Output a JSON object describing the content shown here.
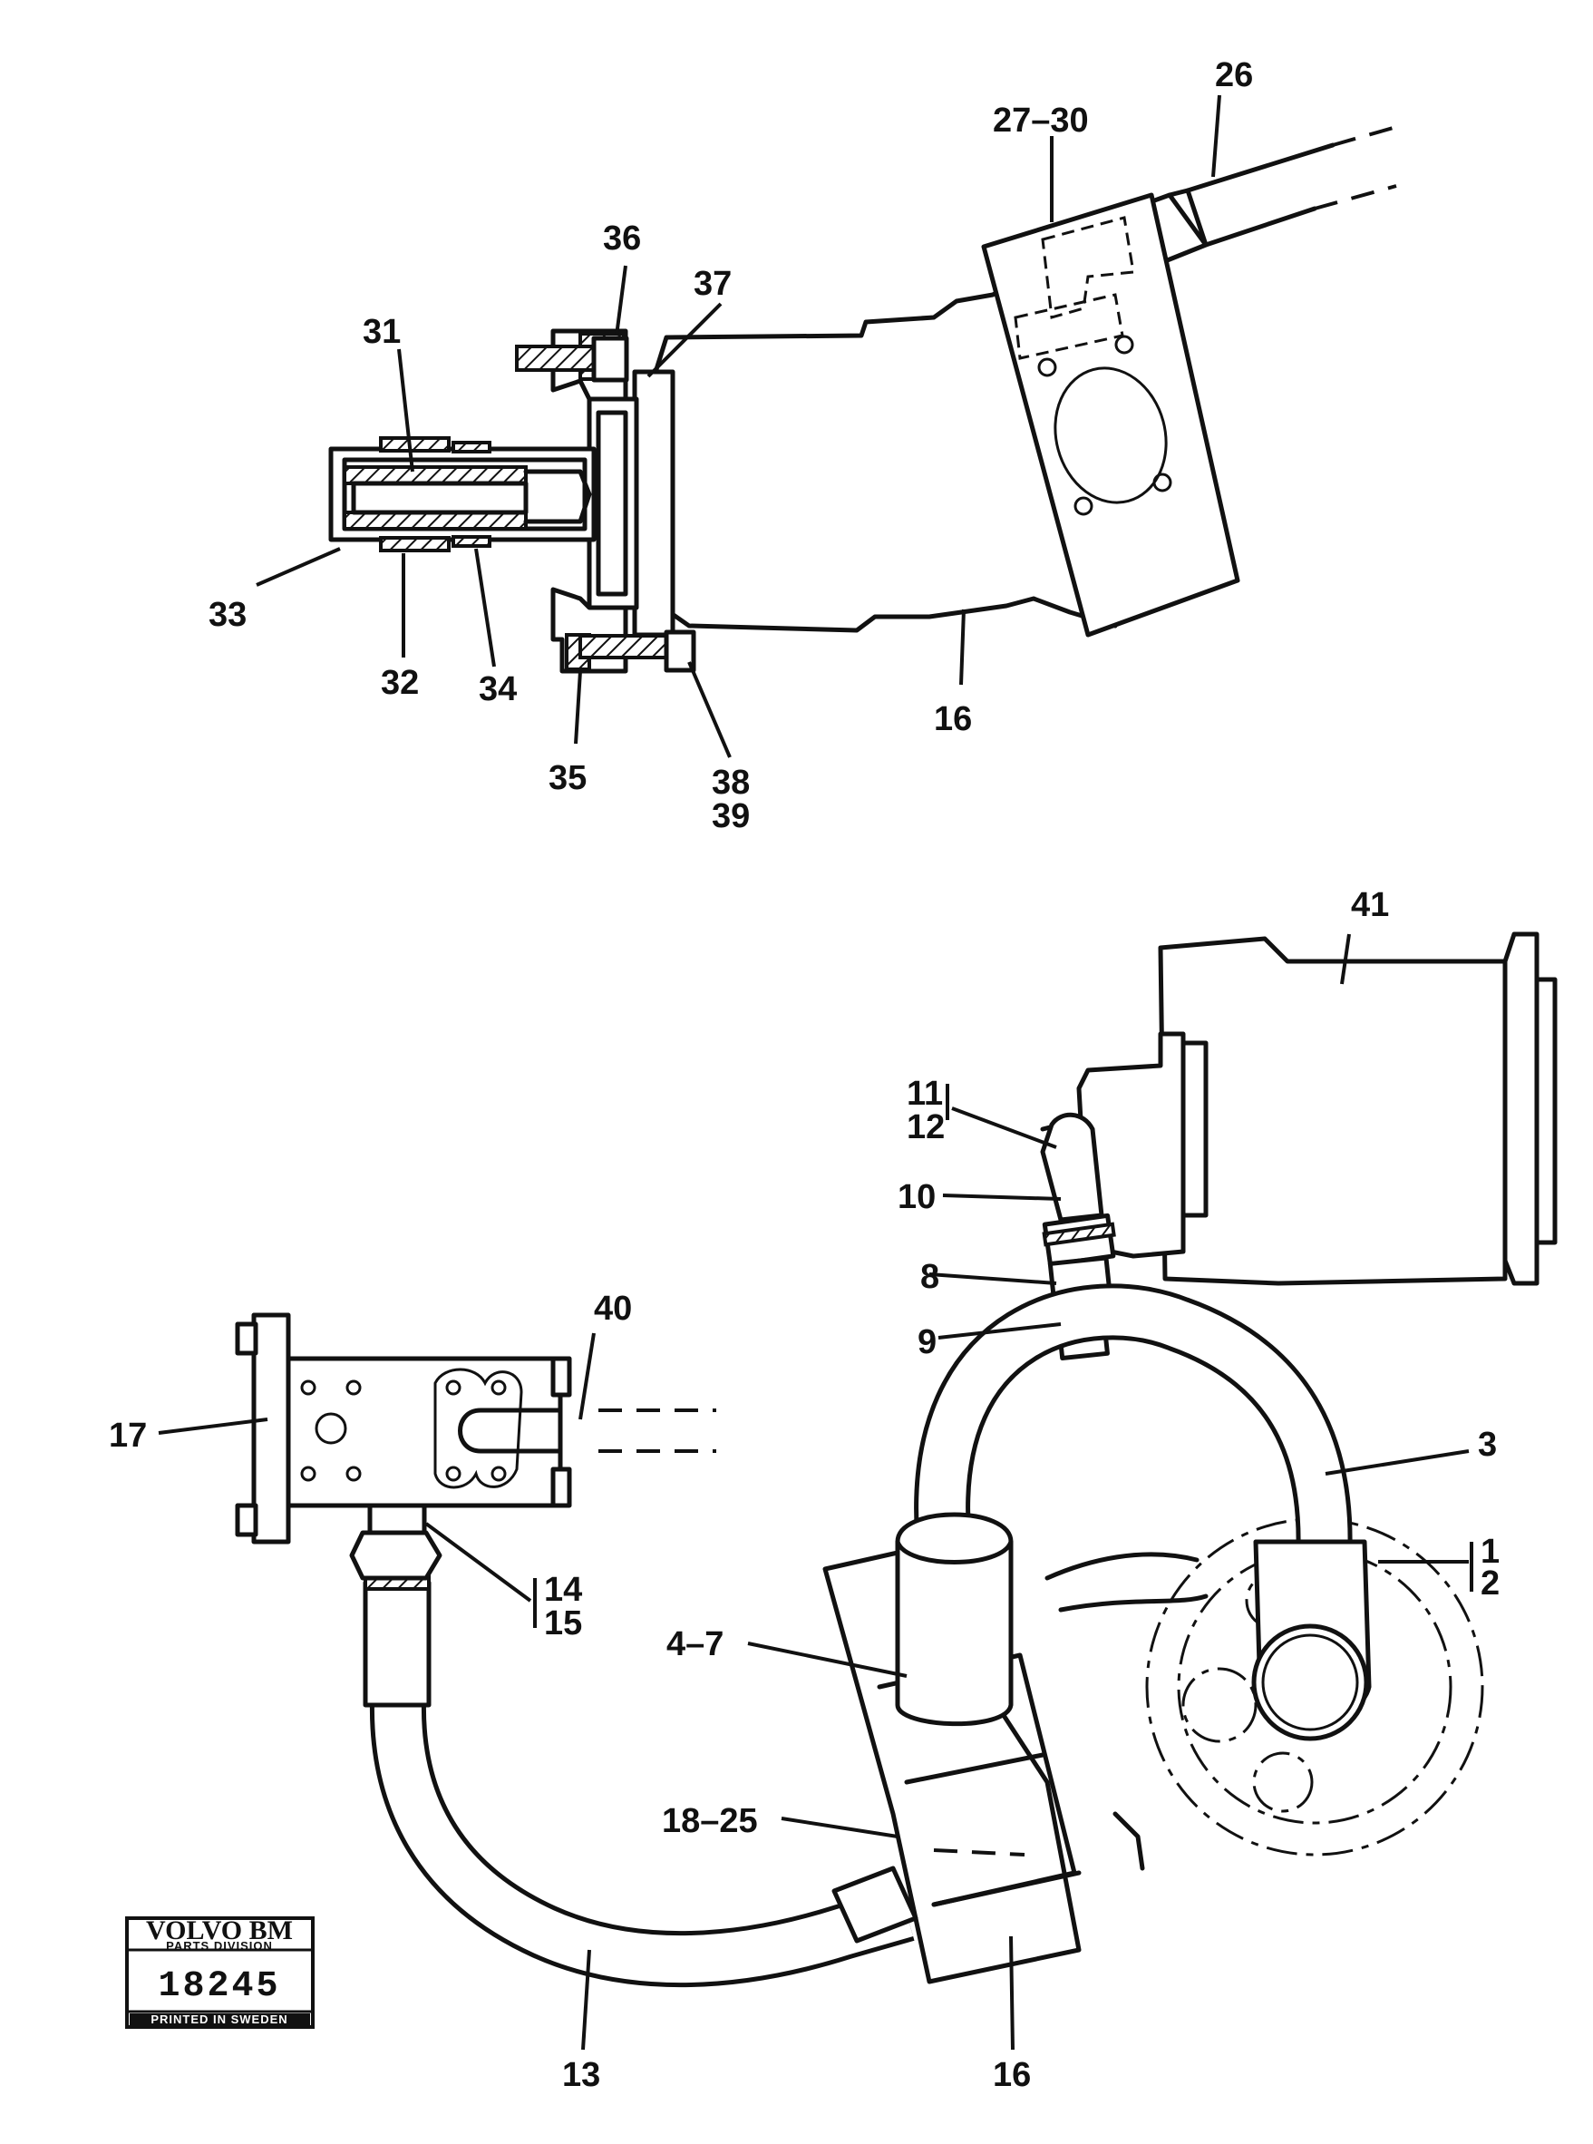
{
  "labels": {
    "l26": "26",
    "l27_30": "27–30",
    "l36": "36",
    "l37": "37",
    "l31": "31",
    "l33": "33",
    "l32": "32",
    "l34": "34",
    "l16_top": "16",
    "l35": "35",
    "l38": "38",
    "l39": "39",
    "l41": "41",
    "l11": "11",
    "l12": "12",
    "l10": "10",
    "l8": "8",
    "l9": "9",
    "l40": "40",
    "l17": "17",
    "l3": "3",
    "l1": "1",
    "l2": "2",
    "l14": "14",
    "l15": "15",
    "l4_7": "4–7",
    "l18_25": "18–25",
    "l13": "13",
    "l16_bottom": "16"
  },
  "stamp": {
    "brand": "VOLVO BM",
    "division": "PARTS DIVISION",
    "number": "18245",
    "printed": "PRINTED IN SWEDEN"
  }
}
